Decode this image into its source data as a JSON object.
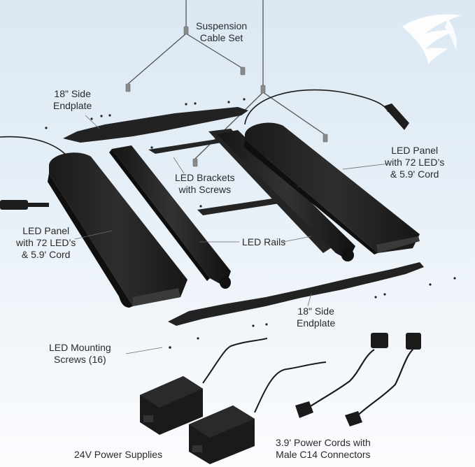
{
  "labels": {
    "suspension": [
      "Suspension",
      "Cable Set"
    ],
    "endplate_top": [
      "18\" Side",
      "Endplate"
    ],
    "led_panel_right": [
      "LED Panel",
      "with 72 LED’s",
      "& 5.9' Cord"
    ],
    "led_brackets": [
      "LED Brackets",
      "with Screws"
    ],
    "led_panel_left": [
      "LED Panel",
      "with 72 LED’s",
      "& 5.9' Cord"
    ],
    "led_rails": "LED Rails",
    "endplate_bottom": [
      "18\" Side",
      "Endplate"
    ],
    "mounting_screws": [
      "LED Mounting",
      "Screws (16)"
    ],
    "power_supplies": "24V Power Supplies",
    "power_cords": [
      "3.9' Power Cords with",
      "Male C14 Connectors"
    ]
  },
  "icons": {
    "brand_logo": "wing-logo-icon"
  }
}
